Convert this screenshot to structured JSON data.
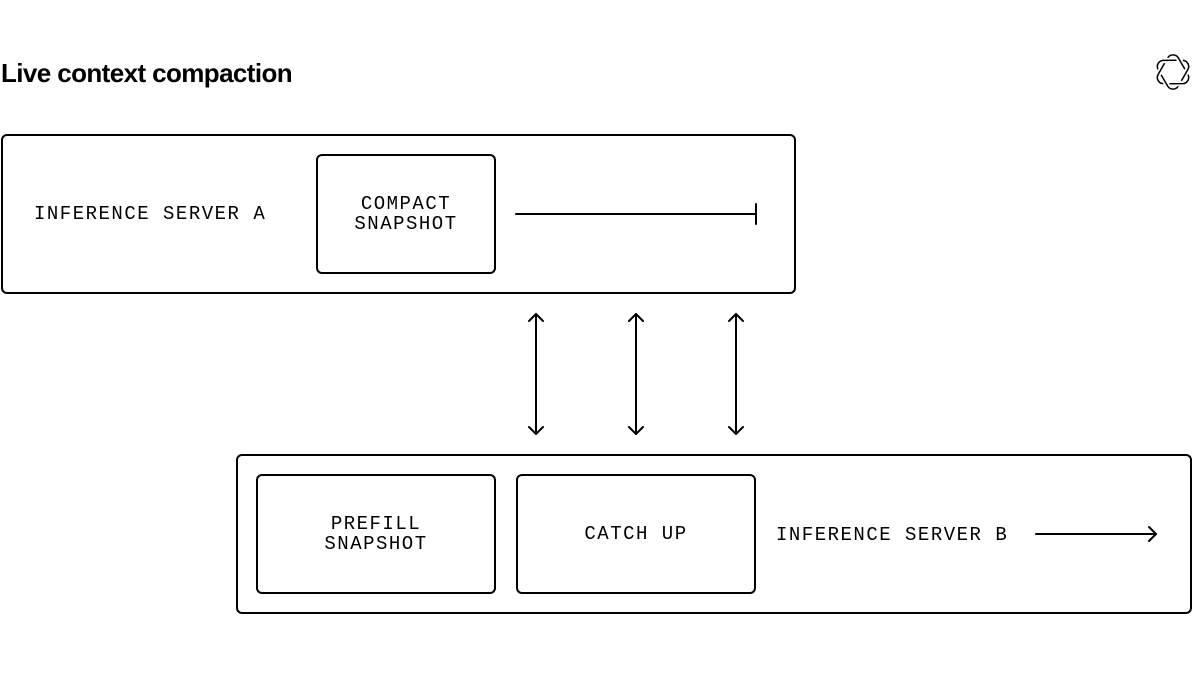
{
  "title": "Live context compaction",
  "logo": {
    "icon": "openai-logo-icon"
  },
  "server_a": {
    "label": "INFERENCE SERVER A",
    "step": "COMPACT\nSNAPSHOT"
  },
  "server_b": {
    "label": "INFERENCE SERVER B",
    "steps": [
      "PREFILL\nSNAPSHOT",
      "CATCH UP"
    ]
  },
  "connectors": {
    "transfer_arrows": 3,
    "server_a_timeline": "terminated",
    "server_b_timeline": "continues"
  }
}
